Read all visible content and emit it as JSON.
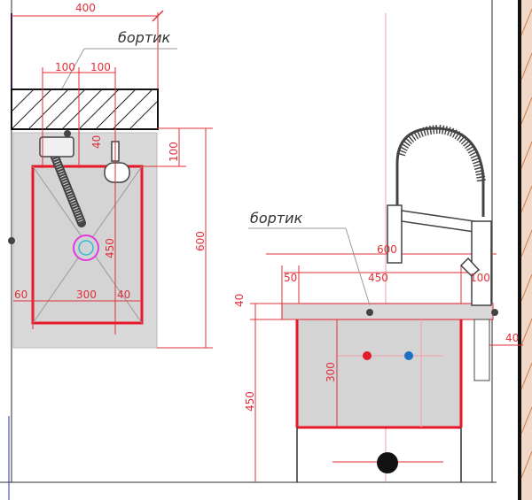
{
  "labels": {
    "rim_top": "бортик",
    "rim_front": "бортик"
  },
  "top_view": {
    "dim_width": "400",
    "dim_hole_left": "100",
    "dim_hole_right": "100",
    "dim_faucet_offset": "40",
    "dim_back_gap": "100",
    "dim_depth_total": "600",
    "dim_bowl_depth": "450",
    "dim_left_margin": "60",
    "dim_bowl_width": "300",
    "dim_right_margin": "40"
  },
  "front_view": {
    "dim_total_width": "600",
    "dim_left_margin": "50",
    "dim_top_width": "450",
    "dim_right_margin": "100",
    "dim_rim_thickness": "40",
    "dim_side_offset": "40",
    "dim_bowl_height": "300",
    "dim_cabinet_height": "450"
  },
  "colors": {
    "dimension": "#e0303a",
    "outline": "#e8182a",
    "sink_fill": "#d9d9d9",
    "hot_water": "#e01c2a",
    "cold_water": "#1c6fc4",
    "wall_hatch": "#c87a4a"
  }
}
